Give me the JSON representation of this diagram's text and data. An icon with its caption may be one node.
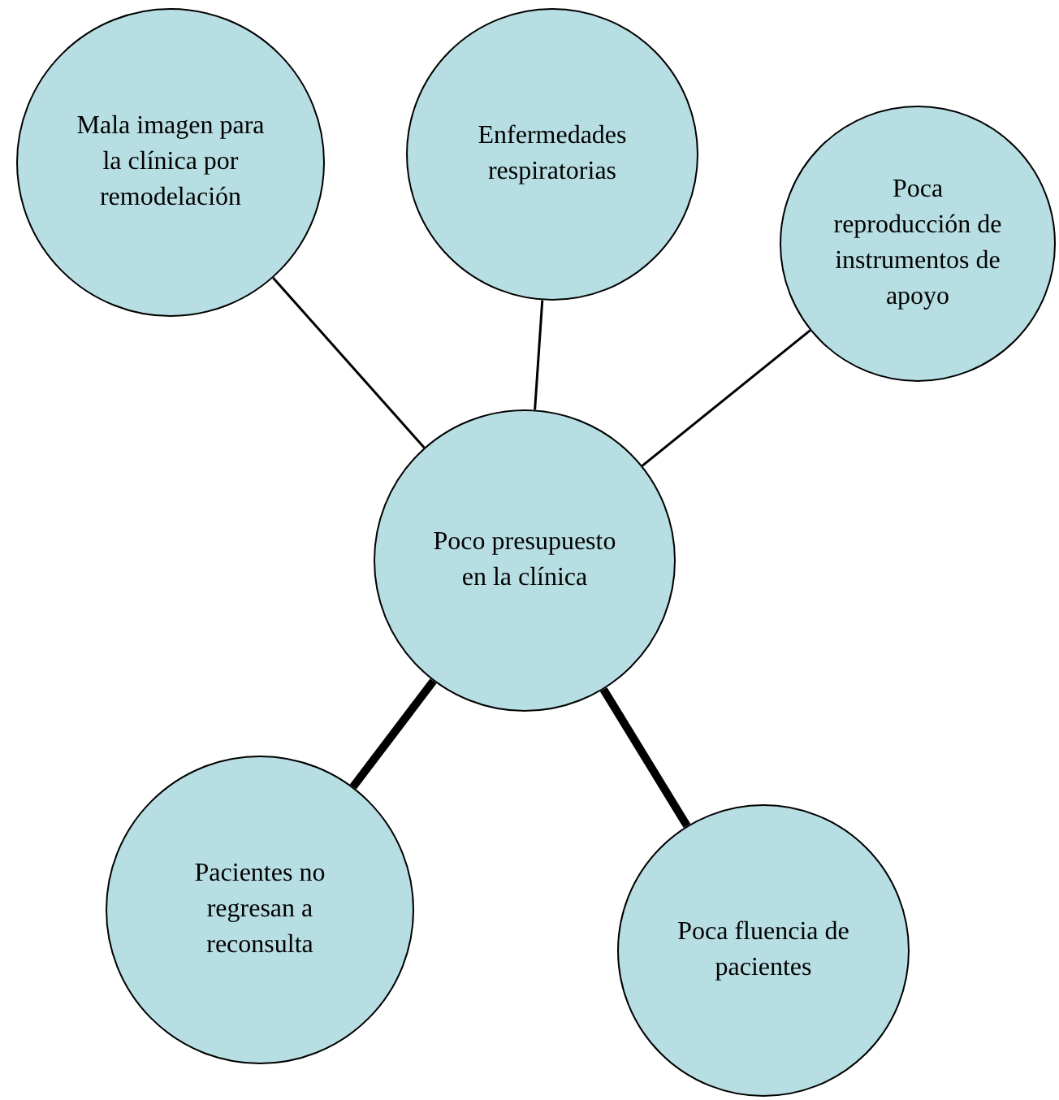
{
  "diagram": {
    "nodes": [
      {
        "text": [
          "Poco presupuesto en la clínica"
        ]
      },
      {
        "text": [
          "Mala imagen para la clínica por remodelación"
        ]
      },
      {
        "text": [
          "Enfermedades respiratorias"
        ]
      },
      {
        "text": [
          "Poca reproducción de instrumentos de apoyo"
        ]
      },
      {
        "text": [
          "Pacientes no regresan a reconsulta"
        ]
      },
      {
        "text": [
          "Poca fluencia de pacientes"
        ]
      }
    ],
    "edges": [
      {
        "from": 0,
        "to": 1,
        "arrow": "none"
      },
      {
        "from": 0,
        "to": 2,
        "arrow": "none"
      },
      {
        "from": 0,
        "to": 3,
        "arrow": "none"
      },
      {
        "from": 0,
        "to": 4,
        "arrow": "none",
        "style": "thick"
      },
      {
        "from": 0,
        "to": 5,
        "arrow": "none",
        "style": "thick"
      }
    ]
  }
}
